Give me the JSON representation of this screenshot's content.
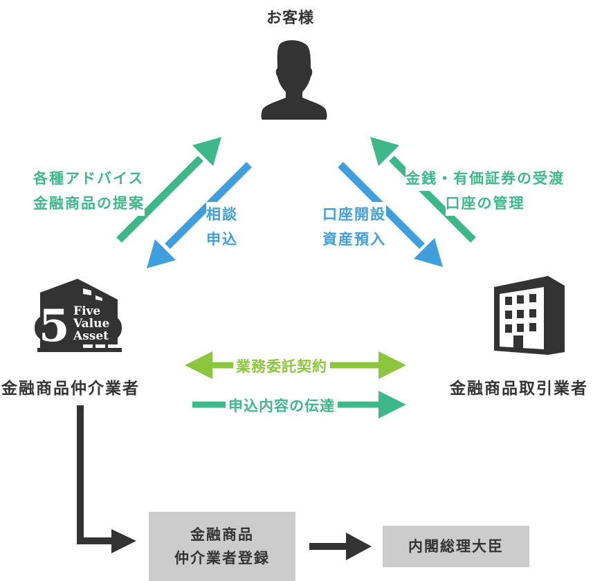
{
  "customer": {
    "label": "お客様",
    "icon": "person-icon"
  },
  "broker": {
    "label": "金融商品仲介業者",
    "logo": {
      "numeral": "5",
      "lines": [
        "Five",
        "Value",
        "Asset"
      ]
    }
  },
  "dealer": {
    "label": "金融商品取引業者",
    "icon": "building-icon"
  },
  "flows": {
    "broker_to_customer": {
      "lines": [
        "各種アドバイス",
        "金融商品の提案"
      ],
      "color": "#3db88a"
    },
    "customer_to_broker": {
      "lines": [
        "相談",
        "申込"
      ],
      "color": "#3f9fdc"
    },
    "customer_to_dealer": {
      "lines": [
        "口座開設",
        "資産預入"
      ],
      "color": "#3f9fdc"
    },
    "dealer_to_customer": {
      "lines": [
        "金銭・有価証券の受渡",
        "口座の管理"
      ],
      "color": "#3db88a"
    },
    "contract": {
      "label": "業務委託契約",
      "color": "#8cc63e"
    },
    "transmission": {
      "label": "申込内容の伝達",
      "color": "#3db88a"
    }
  },
  "registration": {
    "box1": {
      "lines": [
        "金融商品",
        "仲介業者登録"
      ]
    },
    "box2": {
      "label": "内閣総理大臣"
    }
  },
  "colors": {
    "dark": "#333333",
    "box": "#cccccc"
  }
}
